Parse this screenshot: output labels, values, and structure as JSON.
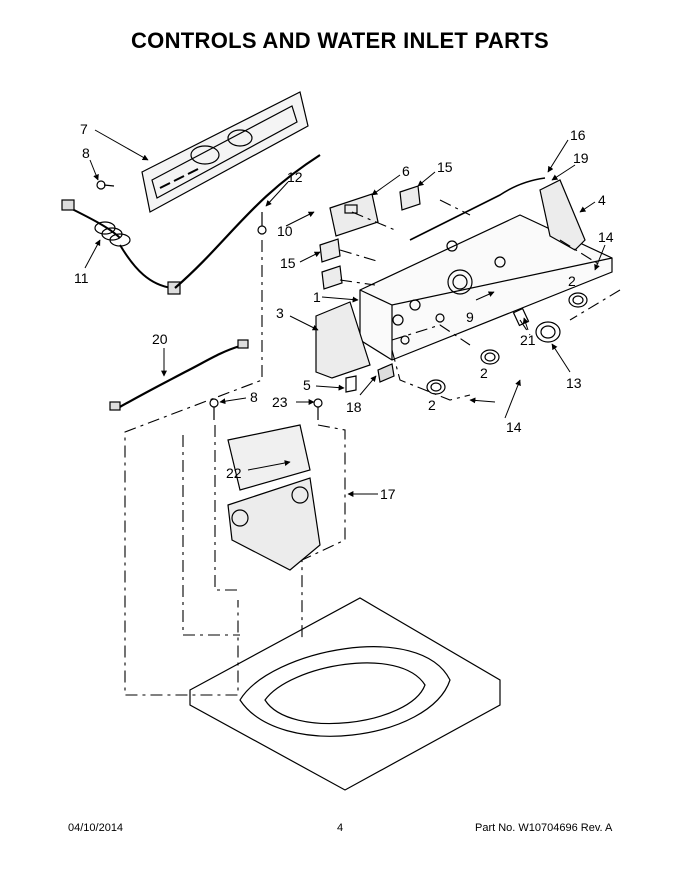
{
  "title": "CONTROLS AND WATER INLET PARTS",
  "callouts": {
    "c1": "1",
    "c2a": "2",
    "c2b": "2",
    "c2c": "2",
    "c3": "3",
    "c4": "4",
    "c5": "5",
    "c6": "6",
    "c7": "7",
    "c8a": "8",
    "c8b": "8",
    "c9": "9",
    "c10": "10",
    "c11": "11",
    "c12": "12",
    "c13": "13",
    "c14a": "14",
    "c14b": "14",
    "c15a": "15",
    "c15b": "15",
    "c16": "16",
    "c17": "17",
    "c18": "18",
    "c19": "19",
    "c20": "20",
    "c21": "21",
    "c22": "22",
    "c23": "23"
  },
  "footer": {
    "date": "04/10/2014",
    "page": "4",
    "part": "Part No.  W10704696  Rev.  A"
  }
}
